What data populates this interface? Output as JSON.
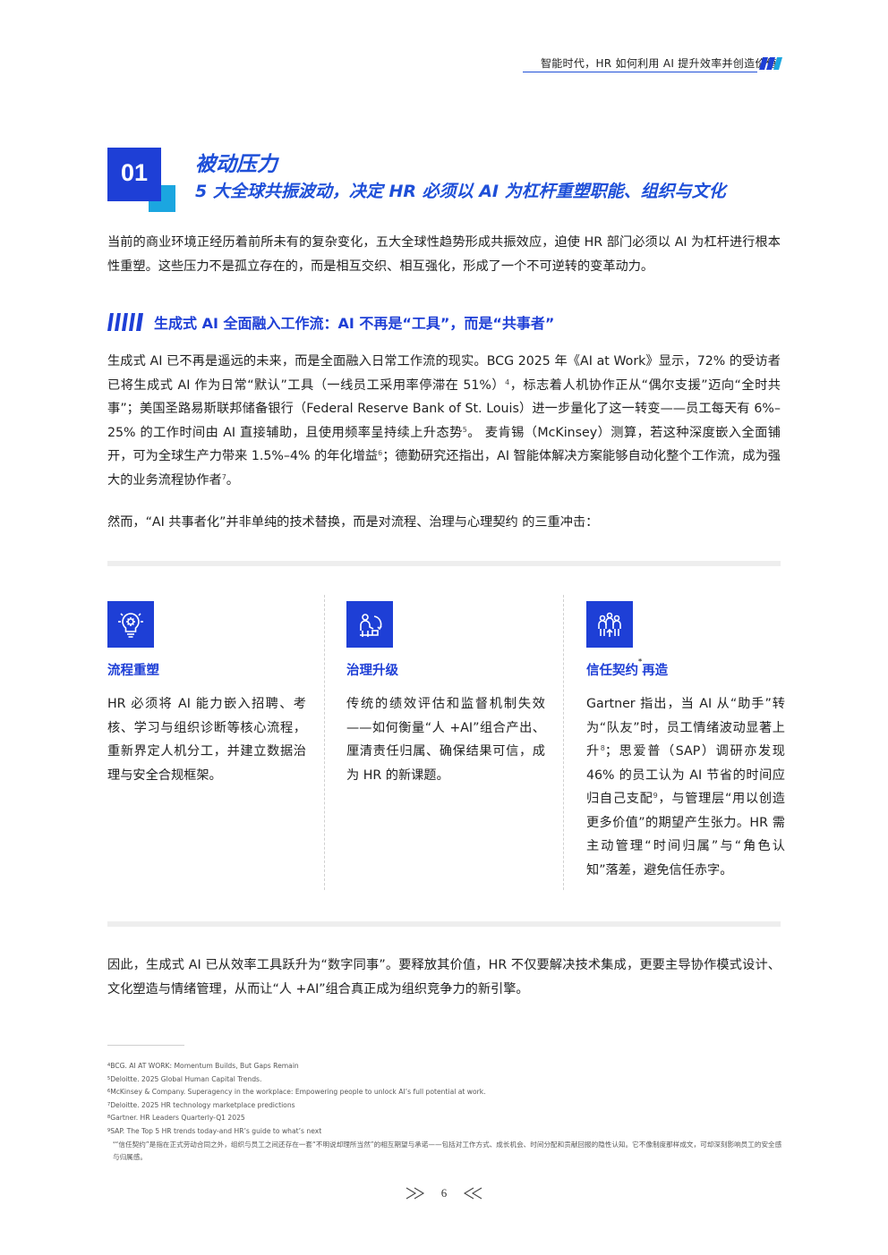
{
  "header": {
    "title": "智能时代，HR 如何利用 AI 提升效率并创造价值"
  },
  "section": {
    "number": "01",
    "title": "被动压力",
    "subtitle": "5 大全球共振波动，决定 HR 必须以 AI 为杠杆重塑职能、组织与文化"
  },
  "intro": "当前的商业环境正经历着前所未有的复杂变化，五大全球性趋势形成共振效应，迫使 HR 部门必须以 AI 为杠杆进行根本性重塑。这些压力不是孤立存在的，而是相互交织、相互强化，形成了一个不可逆转的变革动力。",
  "subheading": "生成式 AI 全面融入工作流：AI 不再是“工具”，而是“共事者”",
  "body": {
    "s1": "生成式 AI 已不再是遥远的未来，而是全面融入日常工作流的现实。BCG 2025 年《AI at Work》显示，72% 的受访者已将生成式 AI 作为日常“默认”工具（一线员工采用率停滞在 51%）",
    "r4": "4",
    "s2": "，标志着人机协作正从“偶尔支援”迈向“全时共事”；美国圣路易斯联邦储备银行（Federal Reserve Bank of St. Louis）进一步量化了这一转变——员工每天有 6%–25% 的工作时间由 AI 直接辅助，且使用频率呈持续上升态势",
    "r5": "5",
    "s3": "。 麦肯锡（McKinsey）测算，若这种深度嵌入全面铺开，可为全球生产力带来 1.5%–4% 的年化增益",
    "r6": "6",
    "s4": "；德勤研究还指出，AI 智能体解决方案能够自动化整个工作流，成为强大的业务流程协作者",
    "r7": "7",
    "s5": "。"
  },
  "lead_in": "然而，“AI 共事者化”并非单纯的技术替换，而是对流程、治理与心理契约 的三重冲击：",
  "cards": [
    {
      "icon": "bulb-gear-icon",
      "title": "流程重塑",
      "text": "HR 必须将 AI 能力嵌入招聘、考核、学习与组织诊断等核心流程，重新界定人机分工，并建立数据治理与安全合规框架。"
    },
    {
      "icon": "person-cycle-icon",
      "title": "治理升级",
      "text": "传统的绩效评估和监督机制失效——如何衡量“人 +AI”组合产出、厘清责任归属、确保结果可信，成为 HR 的新课题。"
    },
    {
      "icon": "team-trust-icon",
      "title": "信任契约",
      "title_ref": "*",
      "title_tail": "再造",
      "t1": "Gartner 指出，当 AI 从“助手”转为“队友”时，员工情绪波动显著上升",
      "r8": "8",
      "t2": "；思爱普（SAP）调研亦发现 46% 的员工认为 AI 节省的时间应归自己支配",
      "r9": "9",
      "t3": "，与管理层“用以创造更多价值”的期望产生张力。HR 需主动管理“时间归属”与“角色认知”落差，避免信任赤字。"
    }
  ],
  "conclusion": "因此，生成式 AI 已从效率工具跃升为“数字同事”。要释放其价值，HR 不仅要解决技术集成，更要主导协作模式设计、文化塑造与情绪管理，从而让“人 +AI”组合真正成为组织竞争力的新引擎。",
  "footnotes": [
    {
      "ref": "4",
      "text": "BCG. AI AT WORK: Momentum Builds, But Gaps Remain"
    },
    {
      "ref": "5",
      "text": "Deloitte. 2025 Global Human Capital Trends."
    },
    {
      "ref": "6",
      "text": "McKinsey & Company. Superagency in the workplace: Empowering people to unlock AI’s full potential at work."
    },
    {
      "ref": "7",
      "text": "Deloitte. 2025 HR technology marketplace predictions"
    },
    {
      "ref": "8",
      "text": "Gartner. HR Leaders Quarterly-Q1 2025"
    },
    {
      "ref": "9",
      "text": "SAP. The Top 5 HR trends today-and HR’s guide to what’s next"
    },
    {
      "ref": "*",
      "text": "“信任契约”是指在正式劳动合同之外，组织与员工之间还存在一套“不明说却理所当然”的相互期望与承诺——包括对工作方式、成长机会、时间分配和贡献回报的隐性认知。它不像制度那样成文，可却深刻影响员工的安全感与归属感。"
    }
  ],
  "page_number": "6",
  "colors": {
    "primary": "#1e3fd6",
    "accent": "#1ba6e0",
    "band": "#eeeeee"
  }
}
